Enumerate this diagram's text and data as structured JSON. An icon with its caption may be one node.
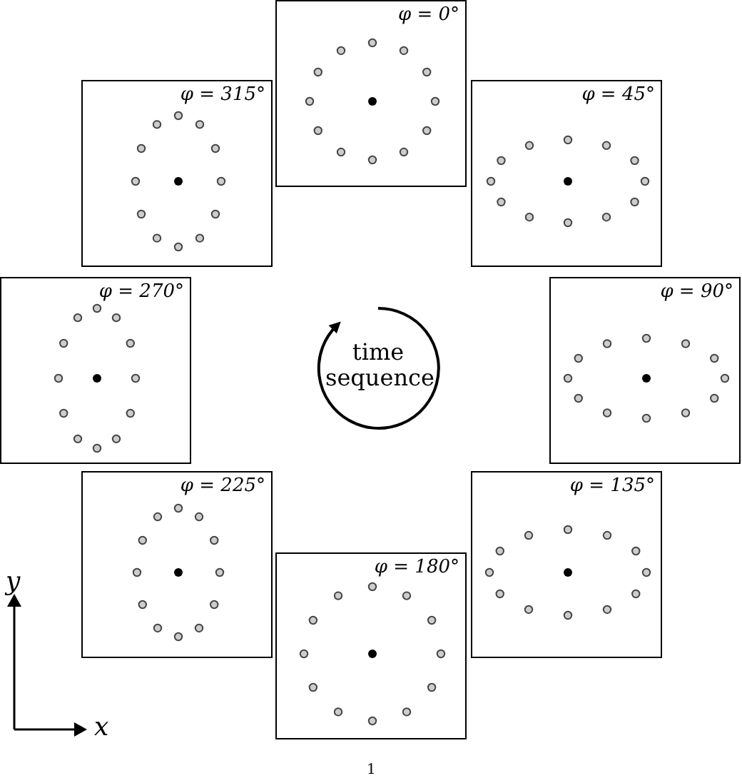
{
  "diagram": {
    "nodes": [
      {
        "text": [
          "φ = 0°"
        ]
      },
      {
        "text": [
          "φ = 315°"
        ]
      },
      {
        "text": [
          "φ = 45°"
        ]
      },
      {
        "text": [
          "φ = 270°"
        ]
      },
      {
        "text": [
          "φ = 90°"
        ]
      },
      {
        "text": [
          "φ = 225°"
        ]
      },
      {
        "text": [
          "φ = 135°"
        ]
      },
      {
        "text": [
          "φ = 180°"
        ]
      }
    ],
    "edges": [],
    "labels": [
      "time sequence",
      "y",
      "x",
      "1"
    ]
  }
}
